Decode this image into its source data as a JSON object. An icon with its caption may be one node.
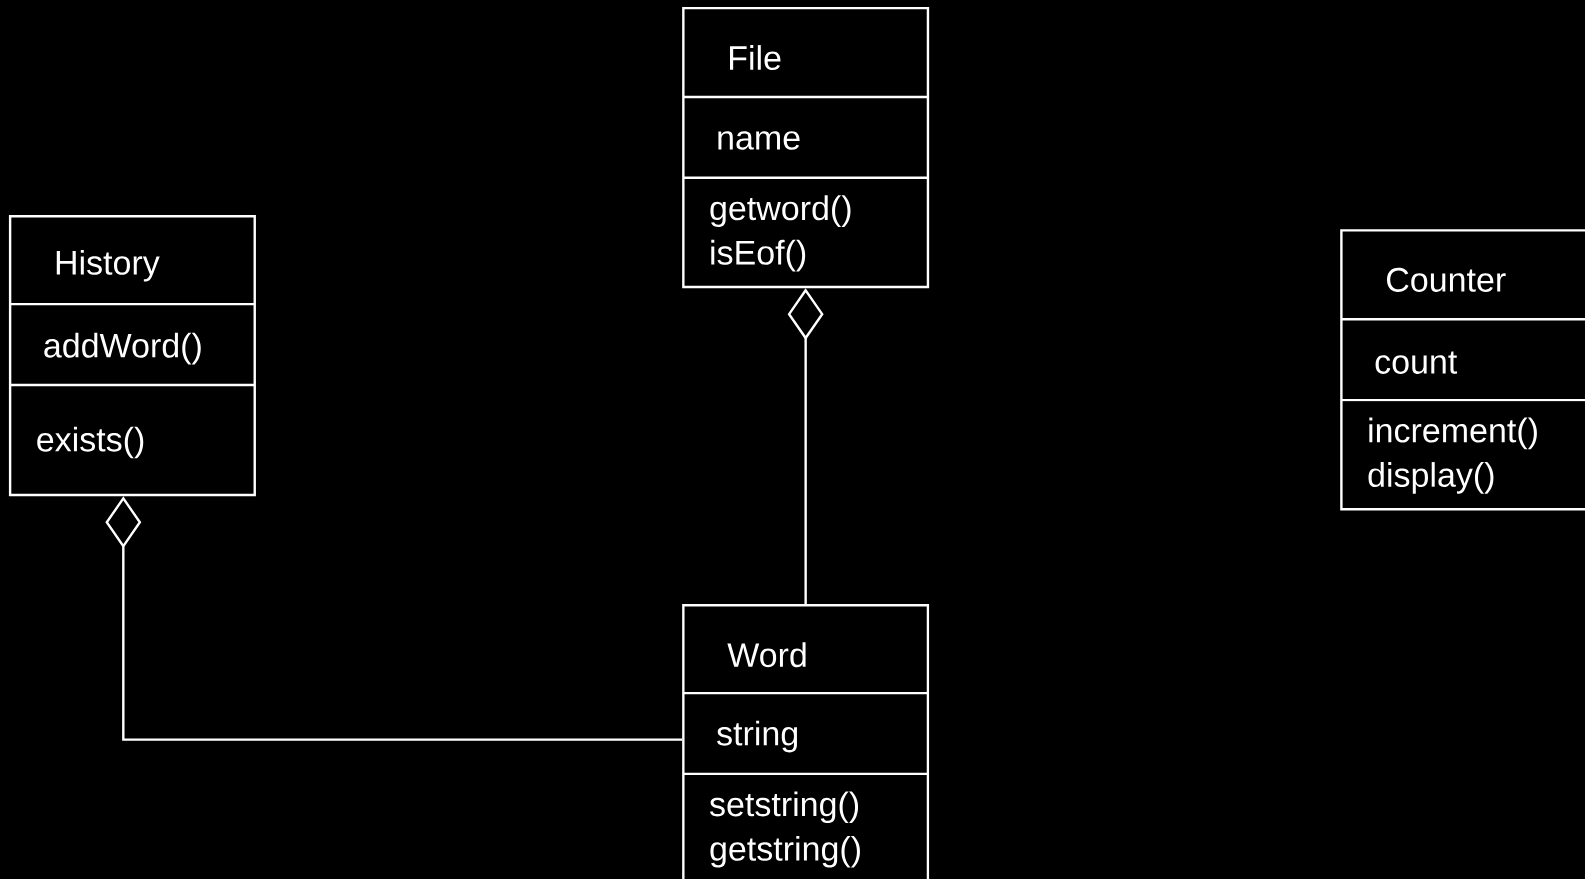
{
  "diagram": {
    "nodes": [
      {
        "text": [
          "File",
          "name",
          "getword()",
          "isEof()"
        ]
      },
      {
        "text": [
          "History",
          "addWord()",
          "exists()"
        ]
      },
      {
        "text": [
          "Counter",
          "count",
          "increment()",
          "display()"
        ]
      },
      {
        "text": [
          "Word",
          "string",
          "setstring()",
          "getstring()"
        ]
      }
    ],
    "edges": [
      {
        "from": 3,
        "to": 0,
        "arrow": "other"
      },
      {
        "from": 3,
        "to": 1,
        "arrow": "other"
      }
    ]
  }
}
